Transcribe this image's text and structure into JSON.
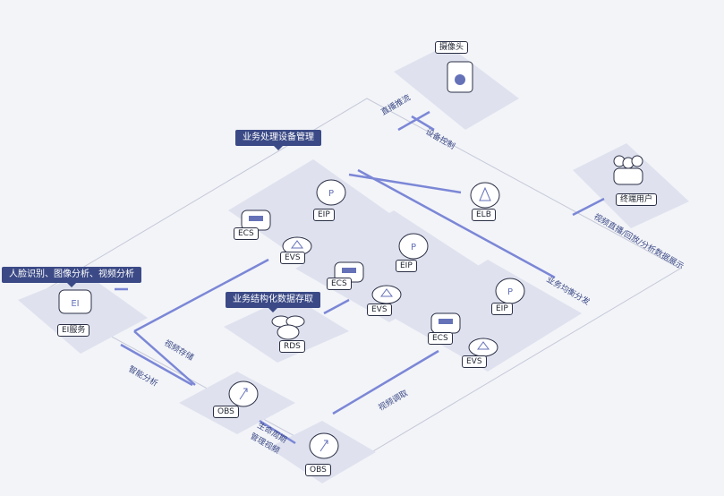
{
  "colors": {
    "accent": "#3b4a86",
    "line": "#7b87d6",
    "panel": "#dfe2ee"
  },
  "badges": {
    "business_device": "业务处理设备管理",
    "ai_analysis": "人脸识别、图像分析、视频分析",
    "structured_storage": "业务结构化数据存取"
  },
  "nodes": {
    "camera": "摄像头",
    "end_users": "终端用户",
    "elb": "ELB",
    "ei": "EI服务",
    "obs1": "OBS",
    "obs2": "OBS",
    "rds": "RDS",
    "eip1": "EIP",
    "ecs1": "ECS",
    "evs1": "EVS",
    "eip2": "EIP",
    "ecs2": "ECS",
    "evs2": "EVS",
    "eip3": "EIP",
    "ecs3": "ECS",
    "evs3": "EVS"
  },
  "flows": {
    "live_push": "直播推流",
    "device_control": "设备控制",
    "video_display": "视频直播/回放/分析数据展示",
    "business_dispatch": "业务均衡分发",
    "video_storage": "视频存储",
    "smart_analysis": "智能分析",
    "video_retrieval": "视频调取",
    "lifecycle_1": "生命周期",
    "lifecycle_2": "管理视频"
  },
  "icons": [
    "camera-icon",
    "users-icon",
    "elb-icon",
    "ei-icon",
    "obs-icon",
    "rds-icon",
    "eip-icon",
    "ecs-icon",
    "evs-icon"
  ]
}
